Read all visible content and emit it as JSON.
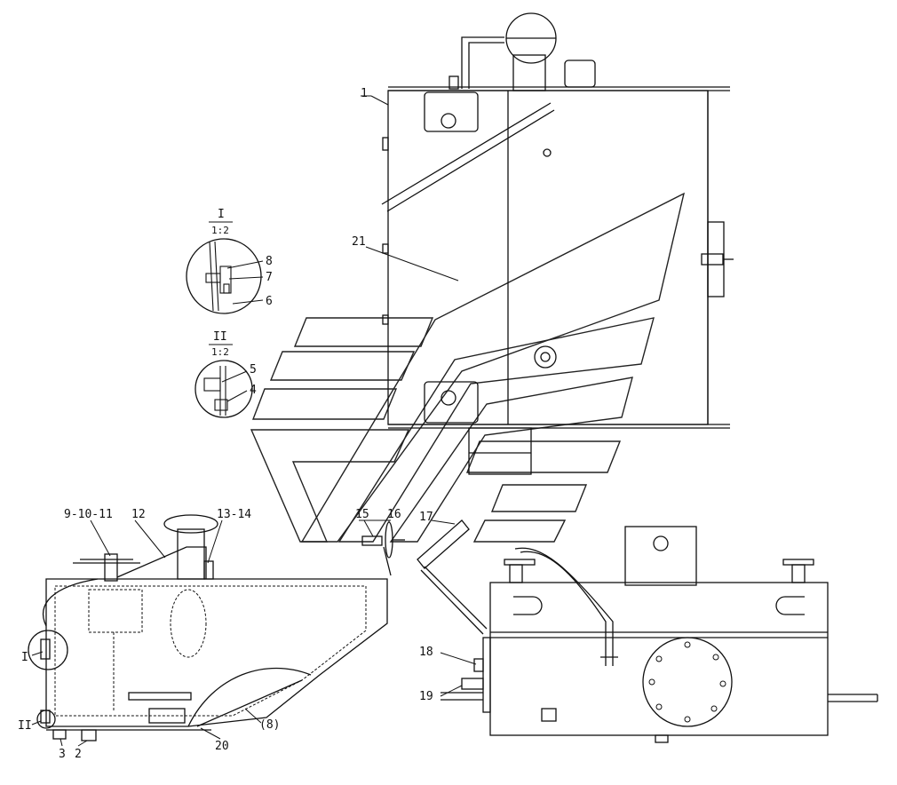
{
  "labels": {
    "l1": "1",
    "l21": "21",
    "l12": "12",
    "l9_10_11": "9-10-11",
    "l13_14": "13-14",
    "l15": "15",
    "l16": "16",
    "l17": "17",
    "l18": "18",
    "l19": "19",
    "l20": "20",
    "l8p": "(8)",
    "l3": "3",
    "l2": "2",
    "lI": "I",
    "lII": "II",
    "l8": "8",
    "l7": "7",
    "l6": "6",
    "l5": "5",
    "l4": "4"
  },
  "details": {
    "d1_name": "I",
    "d1_scale": "1:2",
    "d2_name": "II",
    "d2_scale": "1:2"
  },
  "colors": {
    "ink": "#111111",
    "paper": "#ffffff"
  }
}
